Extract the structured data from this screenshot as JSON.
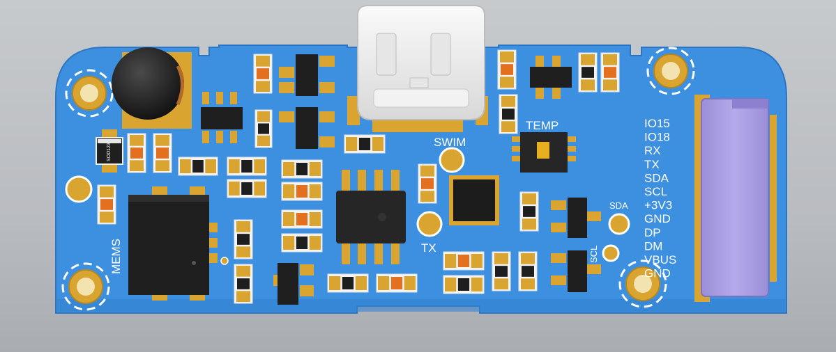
{
  "labels": {
    "temp": "TEMP",
    "swim": "SWIM",
    "tx": "TX",
    "mems": "MEMS",
    "sda_pad": "SDA",
    "scl_pad": "SCL",
    "diode_marking": "SOD123"
  },
  "connector_pins": [
    "IO15",
    "IO18",
    "RX",
    "TX",
    "SDA",
    "SCL",
    "+3V3",
    "GND",
    "DP",
    "DM",
    "VBUS",
    "GND"
  ],
  "colors": {
    "board": "#3d8fe0",
    "pad": "#d9a530",
    "component_body": "#1e1e1e",
    "resistor_body": "#e2701f",
    "connector": "#a69be0"
  }
}
